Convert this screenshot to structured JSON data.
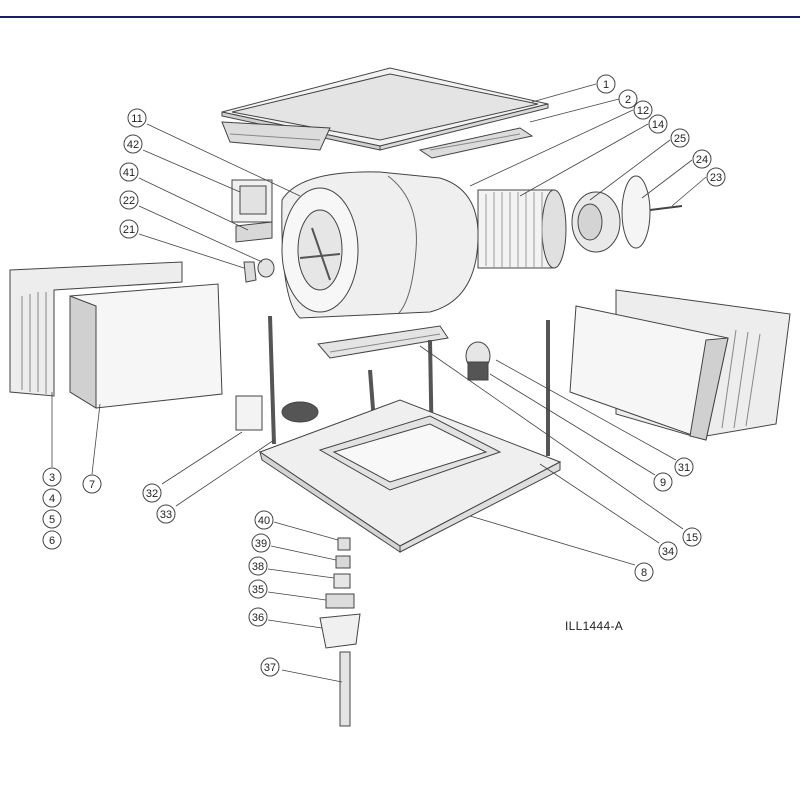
{
  "diagram": {
    "reference_code": "ILL1444-A",
    "colors": {
      "header_rule": "#1c1c6e",
      "line": "#444444",
      "part_fill": "#eeeeee",
      "part_shade": "#cfcfcf"
    },
    "callouts": [
      {
        "id": "c1",
        "label": "1"
      },
      {
        "id": "c2",
        "label": "2"
      },
      {
        "id": "c12",
        "label": "12"
      },
      {
        "id": "c14",
        "label": "14"
      },
      {
        "id": "c25",
        "label": "25"
      },
      {
        "id": "c24",
        "label": "24"
      },
      {
        "id": "c23",
        "label": "23"
      },
      {
        "id": "c11",
        "label": "11"
      },
      {
        "id": "c42",
        "label": "42"
      },
      {
        "id": "c41",
        "label": "41"
      },
      {
        "id": "c22",
        "label": "22"
      },
      {
        "id": "c21",
        "label": "21"
      },
      {
        "id": "c3",
        "label": "3"
      },
      {
        "id": "c4",
        "label": "4"
      },
      {
        "id": "c5",
        "label": "5"
      },
      {
        "id": "c6",
        "label": "6"
      },
      {
        "id": "c7",
        "label": "7"
      },
      {
        "id": "c32",
        "label": "32"
      },
      {
        "id": "c33",
        "label": "33"
      },
      {
        "id": "c31",
        "label": "31"
      },
      {
        "id": "c9",
        "label": "9"
      },
      {
        "id": "c15",
        "label": "15"
      },
      {
        "id": "c34",
        "label": "34"
      },
      {
        "id": "c8",
        "label": "8"
      },
      {
        "id": "c40",
        "label": "40"
      },
      {
        "id": "c39",
        "label": "39"
      },
      {
        "id": "c38",
        "label": "38"
      },
      {
        "id": "c35",
        "label": "35"
      },
      {
        "id": "c36",
        "label": "36"
      },
      {
        "id": "c37",
        "label": "37"
      }
    ]
  }
}
